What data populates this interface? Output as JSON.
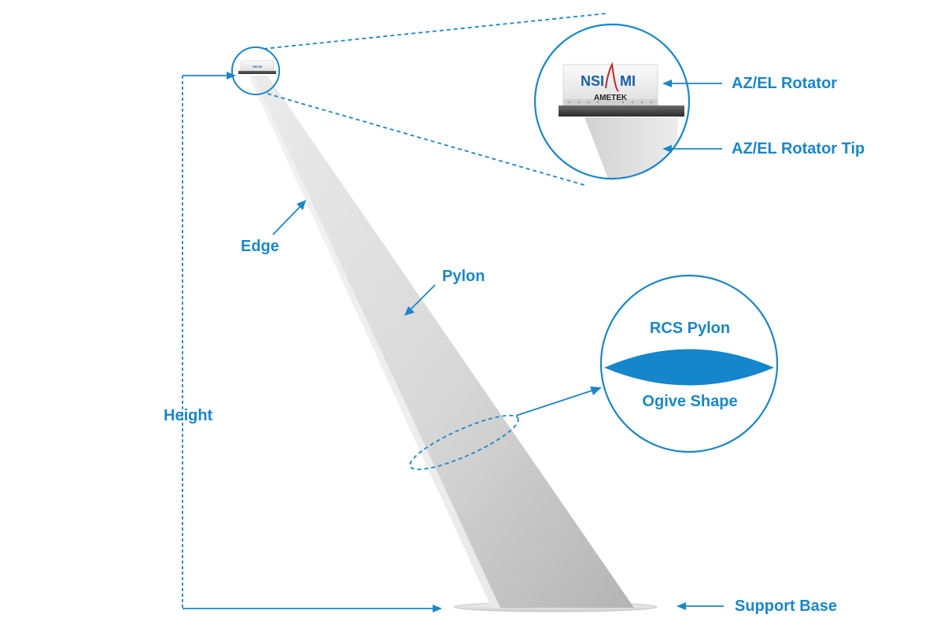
{
  "labels": {
    "az_el_rotator": "AZ/EL Rotator",
    "az_el_rotator_tip": "AZ/EL Rotator Tip",
    "edge": "Edge",
    "pylon": "Pylon",
    "height": "Height",
    "rcs_pylon": "RCS Pylon",
    "ogive_shape": "Ogive Shape",
    "support_base": "Support Base"
  },
  "logo": {
    "brand_left": "NSI",
    "brand_right": "MI",
    "maker": "AMETEK"
  },
  "colors": {
    "accent": "#1a86c8",
    "ogive_fill": "#1585cc",
    "pylon_light": "#e6e6e6",
    "pylon_dark": "#b9b9b9"
  }
}
